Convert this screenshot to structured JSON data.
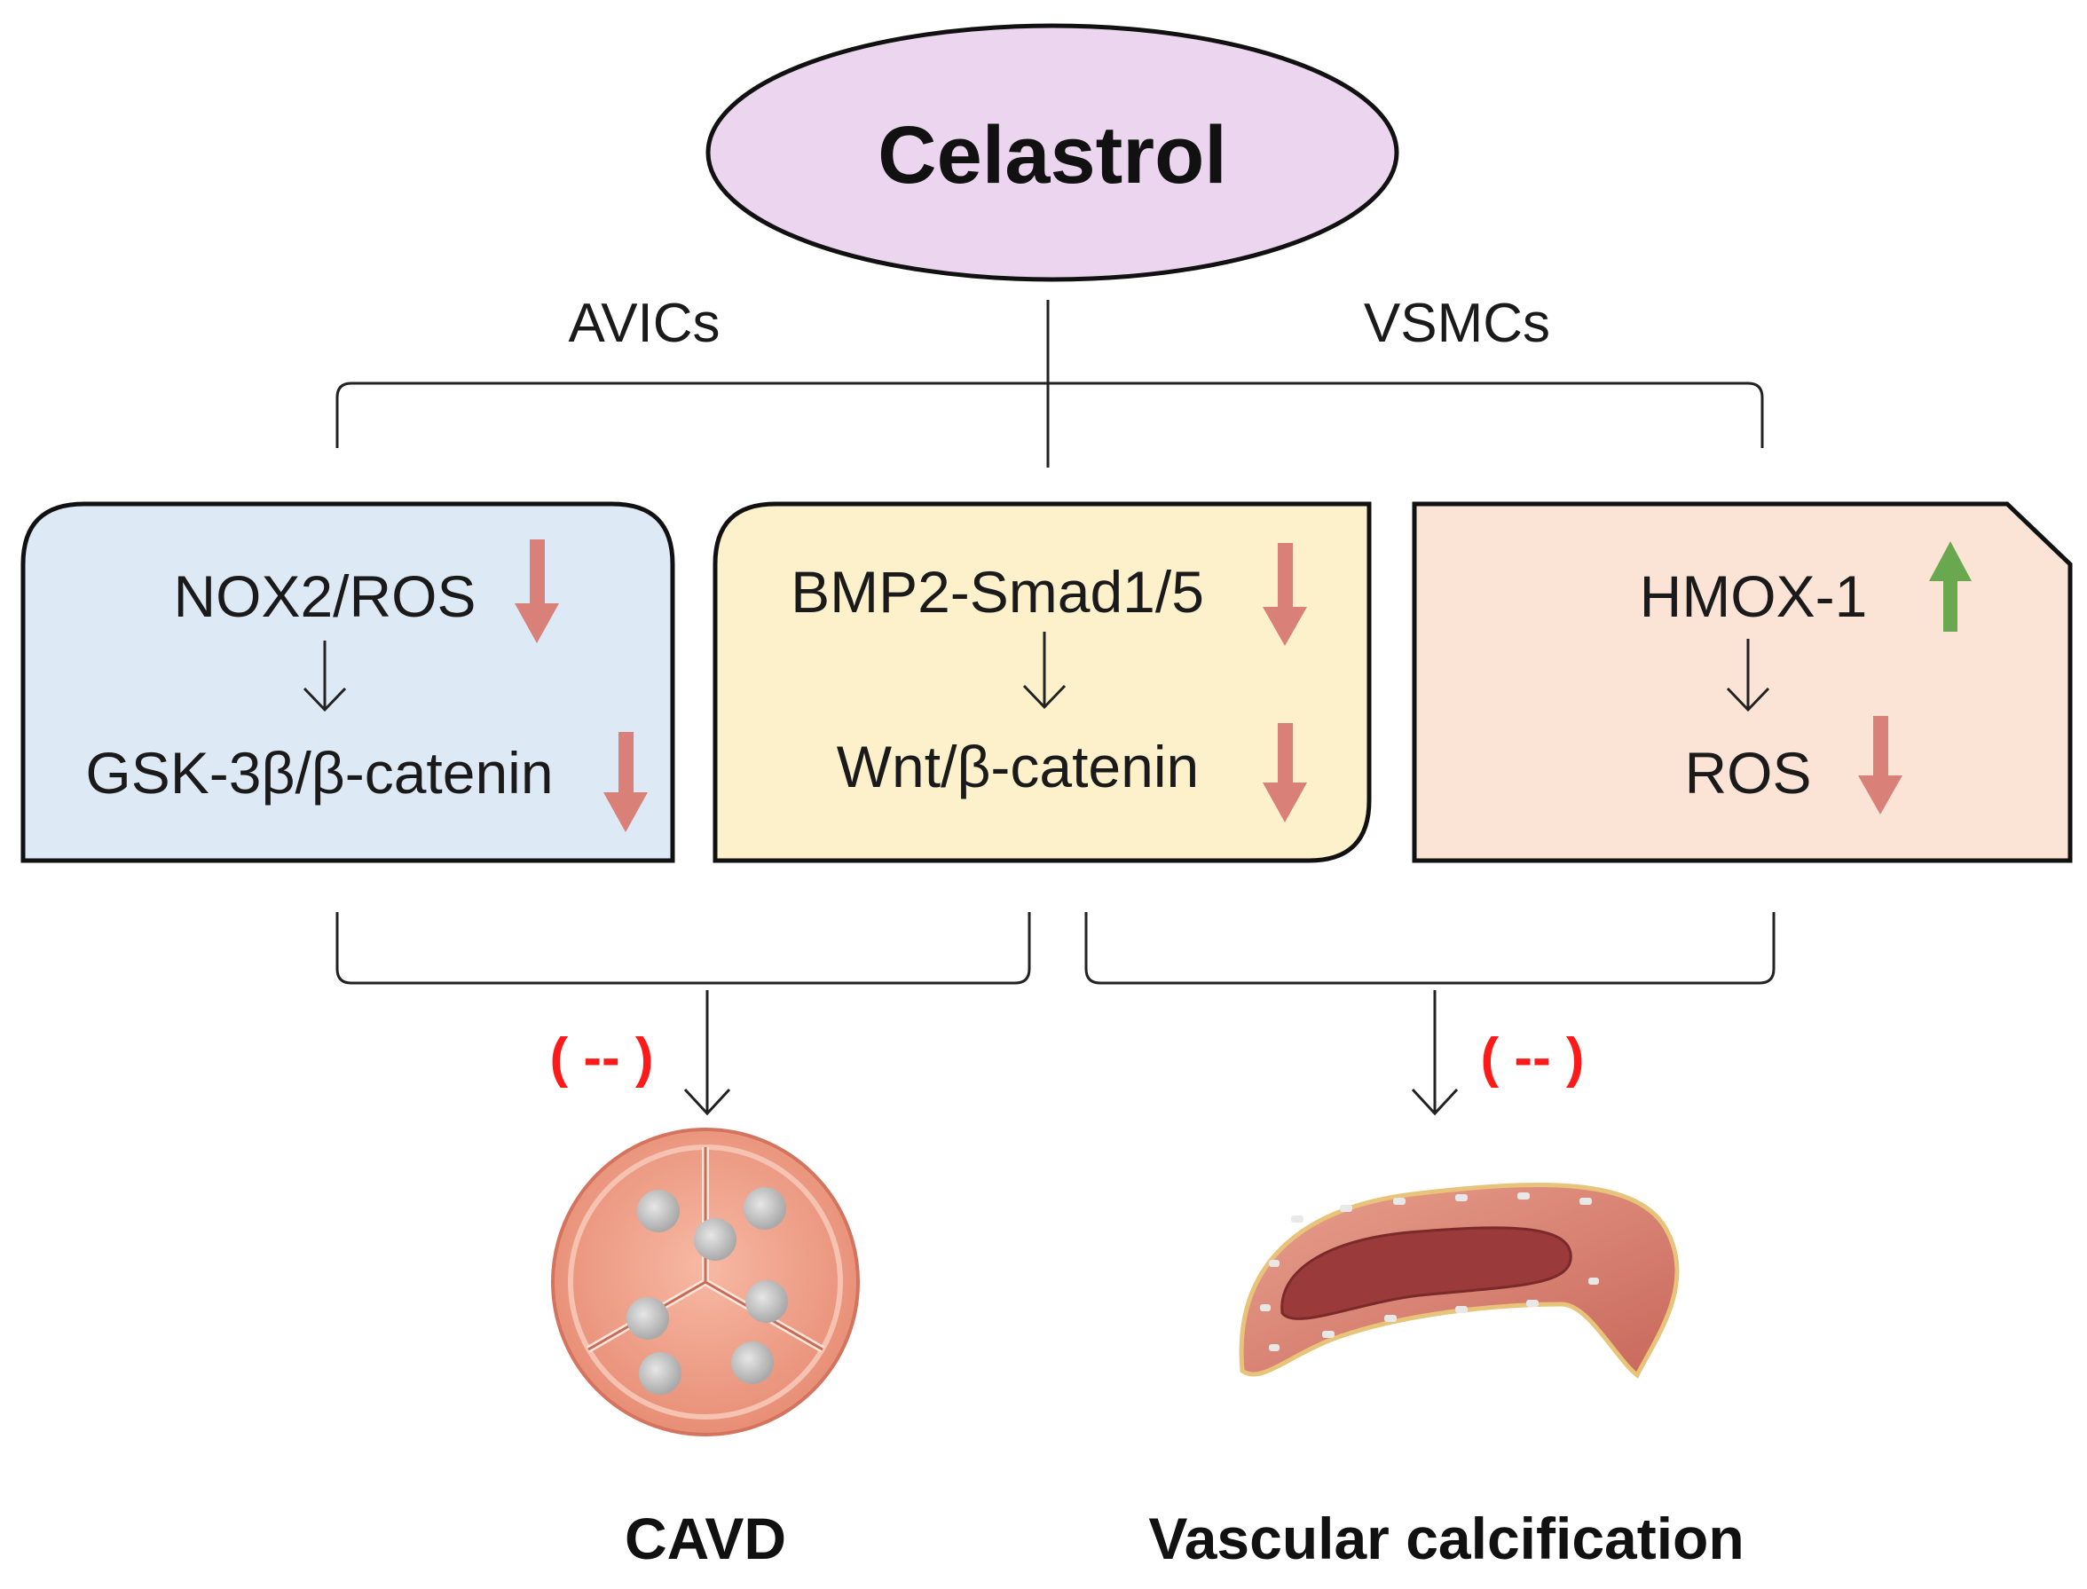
{
  "title": "Celastrol",
  "branches": {
    "left": "AVICs",
    "right": "VSMCs"
  },
  "boxes": [
    {
      "top": "NOX2/ROS",
      "top_trend": "down",
      "bottom": "GSK-3β/β-catenin",
      "bottom_trend": "down",
      "fill": "#dde9f5"
    },
    {
      "top": "BMP2-Smad1/5",
      "top_trend": "down",
      "bottom": "Wnt/β-catenin",
      "bottom_trend": "down",
      "fill": "#fdf1cc"
    },
    {
      "top": "HMOX-1",
      "top_trend": "up",
      "bottom": "ROS",
      "bottom_trend": "down",
      "fill": "#fbe4d6"
    }
  ],
  "inhibit_mark": "( -- )",
  "outcomes": {
    "left": "CAVD",
    "right": "Vascular calcification"
  },
  "colors": {
    "ellipse": "#ecd6ef",
    "down_arrow": "#d98079",
    "up_arrow": "#6aa84f",
    "inhibit": "#ff1a1a"
  }
}
